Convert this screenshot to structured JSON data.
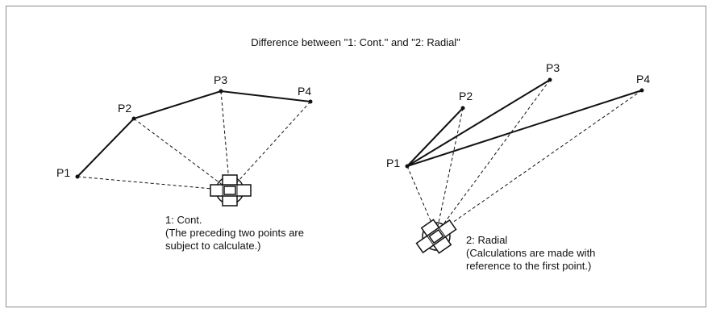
{
  "diagram": {
    "title": "Difference between \"1: Cont.\" and \"2: Radial\"",
    "left": {
      "points": [
        "P1",
        "P2",
        "P3",
        "P4"
      ],
      "caption_lines": [
        "1: Cont.",
        "(The preceding two points are",
        "subject to calculate.)"
      ]
    },
    "right": {
      "points": [
        "P1",
        "P2",
        "P3",
        "P4"
      ],
      "caption_lines": [
        "2: Radial",
        "(Calculations are made with",
        "reference to the first point.)"
      ]
    }
  }
}
